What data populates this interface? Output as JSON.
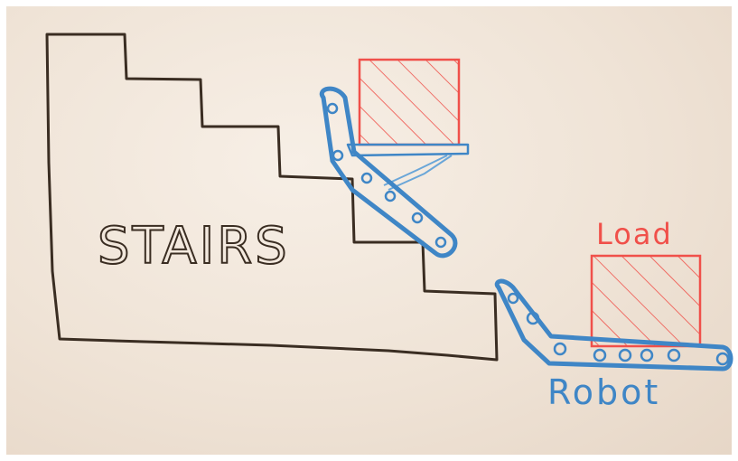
{
  "labels": {
    "stairs": "STAIRS",
    "load": "Load",
    "robot": "Robot"
  },
  "colors": {
    "board": "#f3e8dc",
    "stairs_ink": "#3a2d22",
    "robot_ink": "#3f86c6",
    "load_ink": "#f0504a"
  }
}
